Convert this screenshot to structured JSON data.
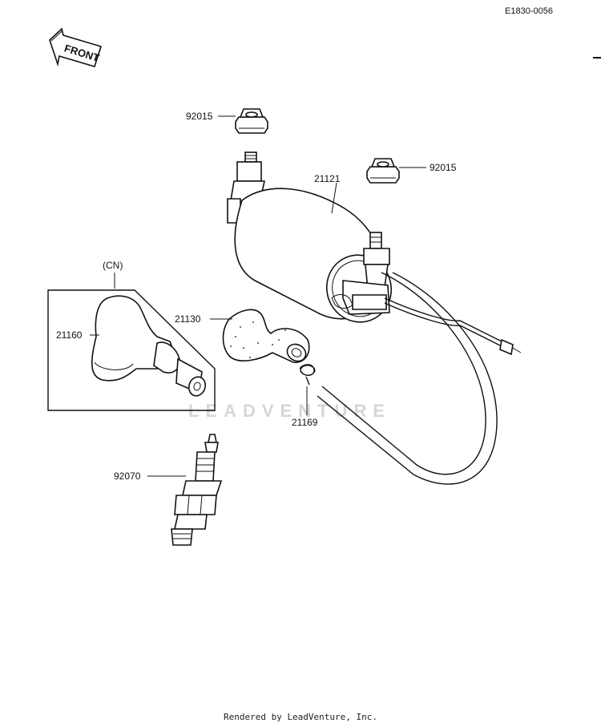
{
  "diagram": {
    "ref_code": "E1830-0056",
    "front_label": "FRONT",
    "watermark": "LEADVENTURE",
    "footer": "Rendered by LeadVenture, Inc.",
    "group_label": "(CN)",
    "callouts": {
      "nut_left": "92015",
      "nut_right": "92015",
      "ignition_coil": "21121",
      "plug_cap": "21160",
      "boot": "21130",
      "spring": "21169",
      "spark_plug": "92070"
    }
  }
}
